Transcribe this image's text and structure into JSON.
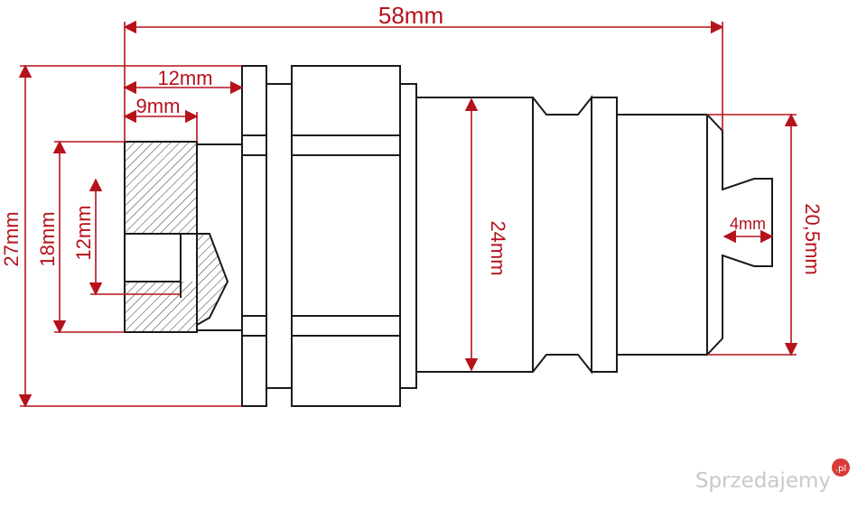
{
  "dimensions": {
    "overall_length": "58mm",
    "thread_length_outer": "12mm",
    "thread_length_inner": "9mm",
    "overall_height": "27mm",
    "thread_outer_diameter": "18mm",
    "bore_diameter": "12mm",
    "body_diameter": "24mm",
    "tip_diameter": "4mm",
    "nose_diameter": "20,5mm"
  },
  "watermark": {
    "text": "Sprzedajemy",
    "badge": ".pl"
  },
  "colors": {
    "dimension": "#b5121b",
    "outline": "#1a1a1a",
    "watermark": "#c9c9c9",
    "badge": "#d93a3a"
  }
}
